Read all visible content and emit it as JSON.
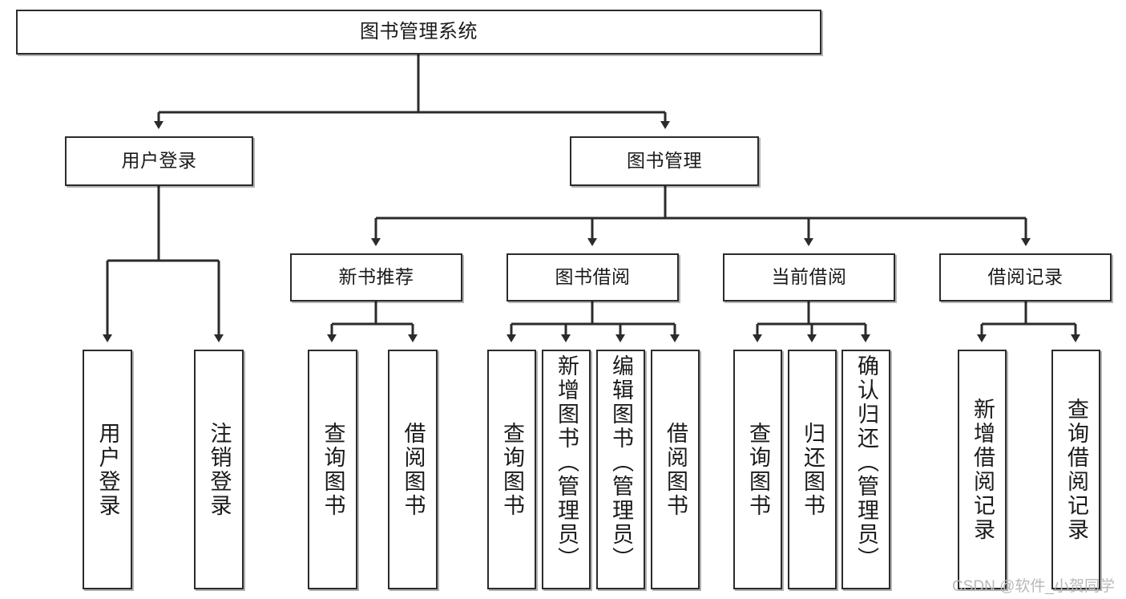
{
  "diagram": {
    "type": "tree",
    "title": "图书管理系统",
    "root": {
      "id": "root",
      "label": "图书管理系统"
    },
    "level2": [
      {
        "id": "user-login",
        "label": "用户登录"
      },
      {
        "id": "book-manage",
        "label": "图书管理"
      }
    ],
    "level3": [
      {
        "id": "new-book-rec",
        "label": "新书推荐"
      },
      {
        "id": "book-borrow",
        "label": "图书借阅"
      },
      {
        "id": "current-borrow",
        "label": "当前借阅"
      },
      {
        "id": "borrow-record",
        "label": "借阅记录"
      }
    ],
    "leaves": {
      "user_login": [
        {
          "id": "leaf-user-login",
          "label": "用户登录"
        },
        {
          "id": "leaf-logout",
          "label": "注销登录"
        }
      ],
      "new_book_rec": [
        {
          "id": "leaf-query-book-1",
          "label": "查询图书"
        },
        {
          "id": "leaf-borrow-book-1",
          "label": "借阅图书"
        }
      ],
      "book_borrow": [
        {
          "id": "leaf-query-book-2",
          "label": "查询图书"
        },
        {
          "id": "leaf-add-book",
          "label": "新增图书（管理员）"
        },
        {
          "id": "leaf-edit-book",
          "label": "编辑图书（管理员）"
        },
        {
          "id": "leaf-borrow-book-2",
          "label": "借阅图书"
        }
      ],
      "current_borrow": [
        {
          "id": "leaf-query-book-3",
          "label": "查询图书"
        },
        {
          "id": "leaf-return-book",
          "label": "归还图书"
        },
        {
          "id": "leaf-confirm-return",
          "label": "确认归还（管理员）"
        }
      ],
      "borrow_record": [
        {
          "id": "leaf-add-record",
          "label": "新增借阅记录"
        },
        {
          "id": "leaf-query-record",
          "label": "查询借阅记录"
        }
      ]
    }
  },
  "watermark": {
    "text": "CSDN @软件_小贺同学"
  },
  "colors": {
    "stroke": "#2b2b2b",
    "box_fill": "#ffffff",
    "text": "#1a1a1a",
    "watermark": "#b9b9b9",
    "background": "#ffffff"
  }
}
